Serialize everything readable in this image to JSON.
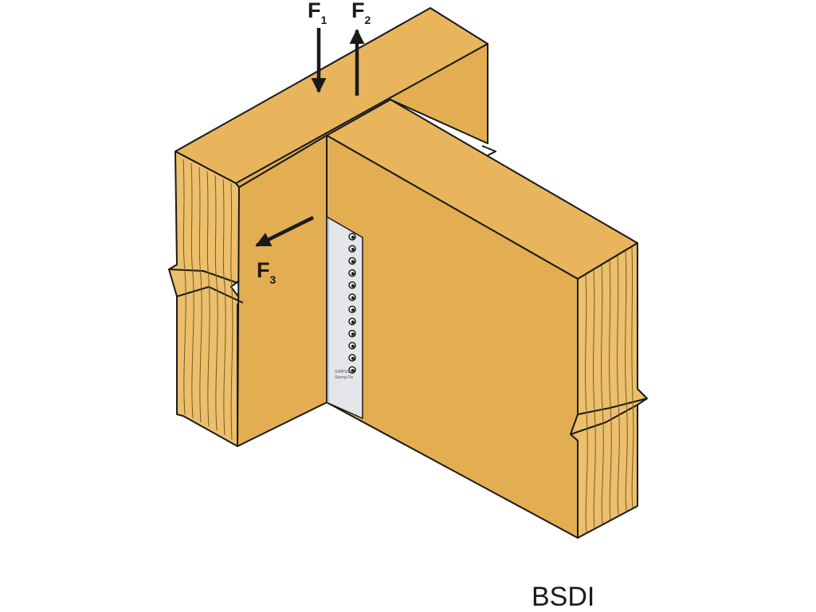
{
  "forces": {
    "f1": {
      "letter": "F",
      "subscript": "1"
    },
    "f2": {
      "letter": "F",
      "subscript": "2"
    },
    "f3": {
      "letter": "F",
      "subscript": "3"
    }
  },
  "plate": {
    "stamp_line1": "SIMPSON",
    "stamp_line2": "Strong-Tie"
  },
  "caption": "BSDI",
  "colors": {
    "wood_top": "#e8b55c",
    "wood_face": "#e3ae52",
    "wood_side": "#dca548",
    "wood_end": "#ebbf6c",
    "outline": "#1a1a1a",
    "plate": "#e4e6ea",
    "plate_edge": "#9aa0a8"
  },
  "icons": {
    "arrow": "arrow-icon",
    "fastener": "fastener-icon"
  }
}
